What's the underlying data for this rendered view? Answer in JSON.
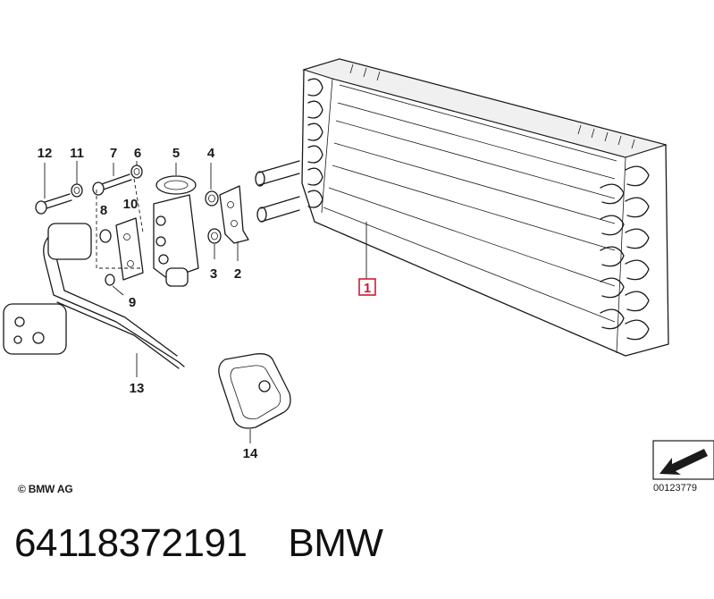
{
  "callouts": {
    "c1": "1",
    "c2": "2",
    "c3": "3",
    "c4": "4",
    "c5": "5",
    "c6": "6",
    "c7": "7",
    "c8": "8",
    "c9": "9",
    "c10": "10",
    "c11": "11",
    "c12": "12",
    "c13": "13",
    "c14": "14"
  },
  "highlighted_callout": "1",
  "highlight_color": "#d01c2c",
  "copyright": "© BMW AG",
  "diagram_number": "00123779",
  "footer": {
    "part_number": "64118372191",
    "brand": "BMW"
  },
  "icons": {
    "direction_badge": "direction-arrow-icon"
  }
}
